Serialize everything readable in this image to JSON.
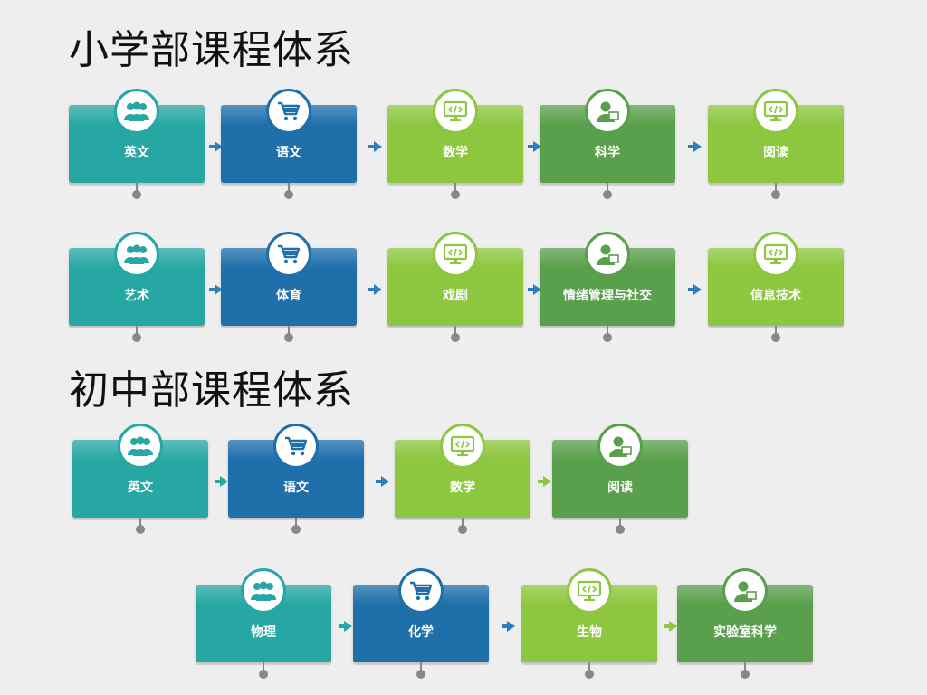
{
  "primary": {
    "title": "小学部课程体系",
    "rows": [
      [
        "英文",
        "语文",
        "数学",
        "科学",
        "阅读"
      ],
      [
        "艺术",
        "体育",
        "戏剧",
        "情绪管理与社交",
        "信息技术"
      ]
    ]
  },
  "middle": {
    "title": "初中部课程体系",
    "rows": [
      [
        "英文",
        "语文",
        "数学",
        "阅读"
      ],
      [
        "物理",
        "化学",
        "生物",
        "实验室科学"
      ]
    ]
  },
  "colors": {
    "teal": "#27a7a4",
    "blue": "#1f6fab",
    "lime": "#8dc63f",
    "green": "#5a9f4c"
  },
  "icons": [
    "people-icon",
    "cart-icon",
    "monitor-code-icon",
    "person-monitor-icon"
  ]
}
